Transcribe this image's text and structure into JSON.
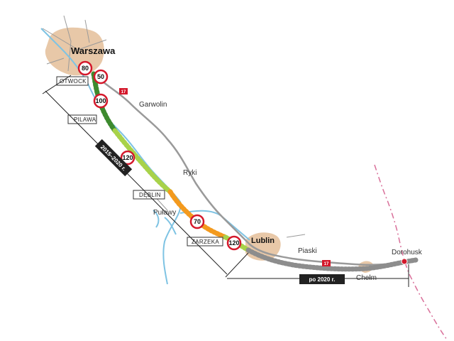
{
  "colors": {
    "urban": "#e8c8a8",
    "river": "#7ec3e3",
    "road": "#9a9a9a",
    "border": "#d9709a",
    "green_dark": "#3d8a2e",
    "green_light": "#a8d24a",
    "orange": "#f39a1e",
    "rail_grey": "#8d8d8d",
    "sign_red": "#d4182b",
    "bar": "#222222"
  },
  "cities": {
    "warszawa": "Warszawa",
    "garwolin": "Garwolin",
    "ryki": "Ryki",
    "pulawy": "Puławy",
    "lublin": "Lublin",
    "piaski": "Piaski",
    "chelm": "Chełm",
    "dorohusk": "Dorohusk"
  },
  "stations": {
    "otwock": "OTWOCK",
    "pilawa": "PILAWA",
    "deblin": "DĘBLIN",
    "zarzeka": "ZARZEKA"
  },
  "speed_limits": {
    "s1": "80",
    "s2": "50",
    "s3": "100",
    "s4": "120",
    "s5": "70",
    "s6": "120"
  },
  "road": {
    "number": "17"
  },
  "phases": {
    "phase1": "2015–2020 r.",
    "phase2": "po 2020 r."
  }
}
